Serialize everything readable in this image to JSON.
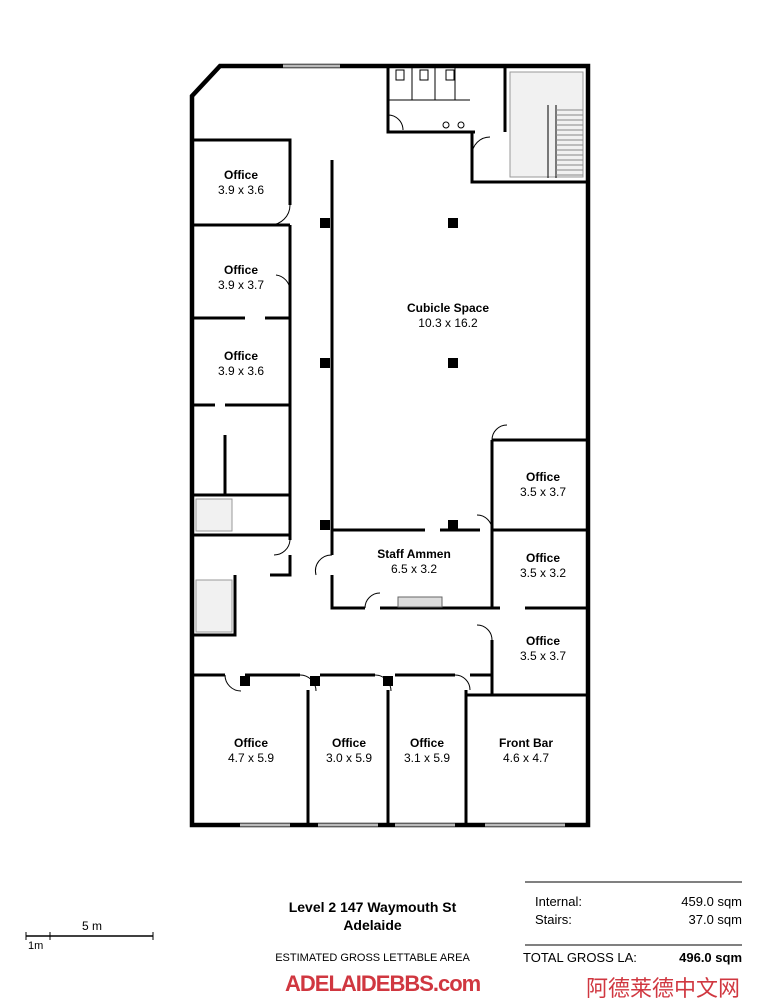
{
  "rooms": [
    {
      "name": "Office",
      "dims": "3.9 x 3.6"
    },
    {
      "name": "Office",
      "dims": "3.9 x 3.7"
    },
    {
      "name": "Office",
      "dims": "3.9 x 3.6"
    },
    {
      "name": "Cubicle Space",
      "dims": "10.3 x 16.2"
    },
    {
      "name": "Office",
      "dims": "3.5 x 3.7"
    },
    {
      "name": "Staff Ammen",
      "dims": "6.5 x 3.2"
    },
    {
      "name": "Office",
      "dims": "3.5 x 3.2"
    },
    {
      "name": "Office",
      "dims": "3.5 x 3.7"
    },
    {
      "name": "Office",
      "dims": "4.7 x 5.9"
    },
    {
      "name": "Office",
      "dims": "3.0 x 5.9"
    },
    {
      "name": "Office",
      "dims": "3.1 x 5.9"
    },
    {
      "name": "Front Bar",
      "dims": "4.6 x 4.7"
    }
  ],
  "scale": {
    "label_5m": "5 m",
    "label_1m": "1m"
  },
  "title": {
    "line1": "Level 2 147 Waymouth St",
    "line2": "Adelaide",
    "subtitle": "ESTIMATED GROSS LETTABLE AREA"
  },
  "areas": {
    "internal_label": "Internal:",
    "internal_value": "459.0 sqm",
    "stairs_label": "Stairs:",
    "stairs_value": "37.0 sqm",
    "total_label": "TOTAL GROSS LA:",
    "total_value": "496.0 sqm"
  },
  "watermark": {
    "text": "ADELAIDEBBS.com",
    "chinese": "阿德莱德中文网"
  }
}
